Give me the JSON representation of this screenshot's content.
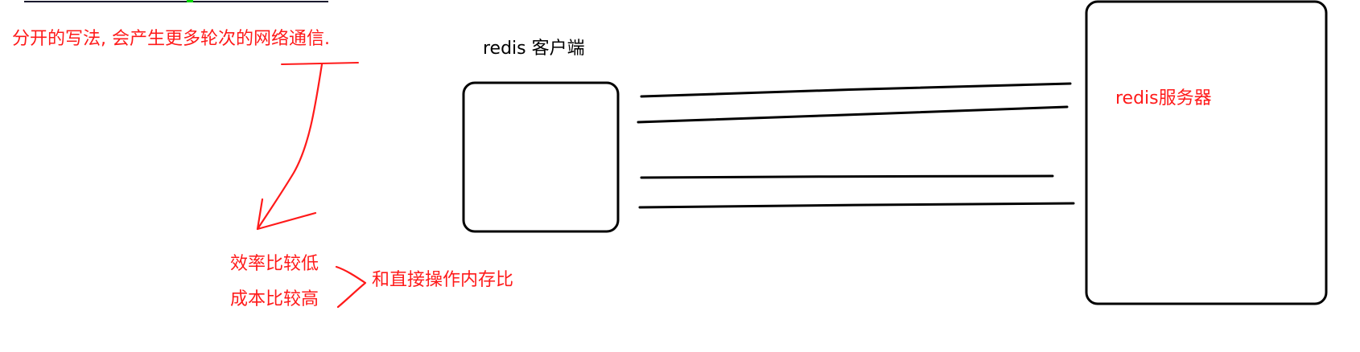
{
  "top_note": "分开的写法, 会产生更多轮次的网络通信.",
  "client": {
    "label": "redis 客户端"
  },
  "server": {
    "label": "redis服务器"
  },
  "consequences": {
    "efficiency": "效率比较低",
    "cost": "成本比较高",
    "comparison": "和直接操作内存比"
  },
  "colors": {
    "annotation": "#ff1a1a",
    "ink": "#000000",
    "accent_dot": "#00d800"
  }
}
